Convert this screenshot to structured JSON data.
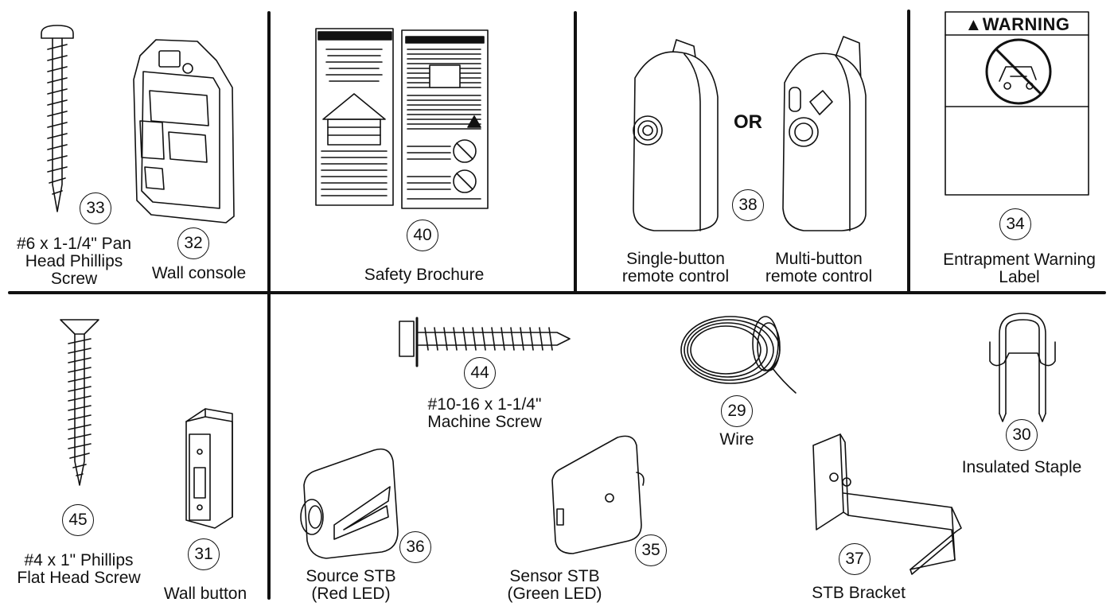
{
  "parts": [
    {
      "id": "screw-33",
      "number": "33",
      "lines": [
        "#6 x 1-1/4\" Pan",
        "Head Phillips",
        "Screw"
      ]
    },
    {
      "id": "console-32",
      "number": "32",
      "lines": [
        "Wall console"
      ]
    },
    {
      "id": "brochure-40",
      "number": "40",
      "lines": [
        "Safety Brochure"
      ]
    },
    {
      "id": "remote-single",
      "number": "",
      "lines": [
        "Single-button",
        "remote control"
      ]
    },
    {
      "id": "remote-38",
      "number": "38",
      "lines": []
    },
    {
      "id": "remote-multi",
      "number": "",
      "lines": [
        "Multi-button",
        "remote control"
      ]
    },
    {
      "id": "warning-34",
      "number": "34",
      "lines": [
        "Entrapment Warning",
        "Label"
      ]
    },
    {
      "id": "screw-45",
      "number": "45",
      "lines": [
        "#4 x 1\" Phillips",
        "Flat Head Screw"
      ]
    },
    {
      "id": "button-31",
      "number": "31",
      "lines": [
        "Wall button"
      ]
    },
    {
      "id": "screw-44",
      "number": "44",
      "lines": [
        "#10-16 x 1-1/4\"",
        "Machine Screw"
      ]
    },
    {
      "id": "wire-29",
      "number": "29",
      "lines": [
        "Wire"
      ]
    },
    {
      "id": "staple-30",
      "number": "30",
      "lines": [
        "Insulated Staple"
      ]
    },
    {
      "id": "source-36",
      "number": "36",
      "lines": [
        "Source STB",
        "(Red LED)"
      ]
    },
    {
      "id": "sensor-35",
      "number": "35",
      "lines": [
        "Sensor STB",
        "(Green LED)"
      ]
    },
    {
      "id": "bracket-37",
      "number": "37",
      "lines": [
        "STB Bracket"
      ]
    }
  ],
  "or_text": "OR",
  "warning_text": "▲WARNING"
}
